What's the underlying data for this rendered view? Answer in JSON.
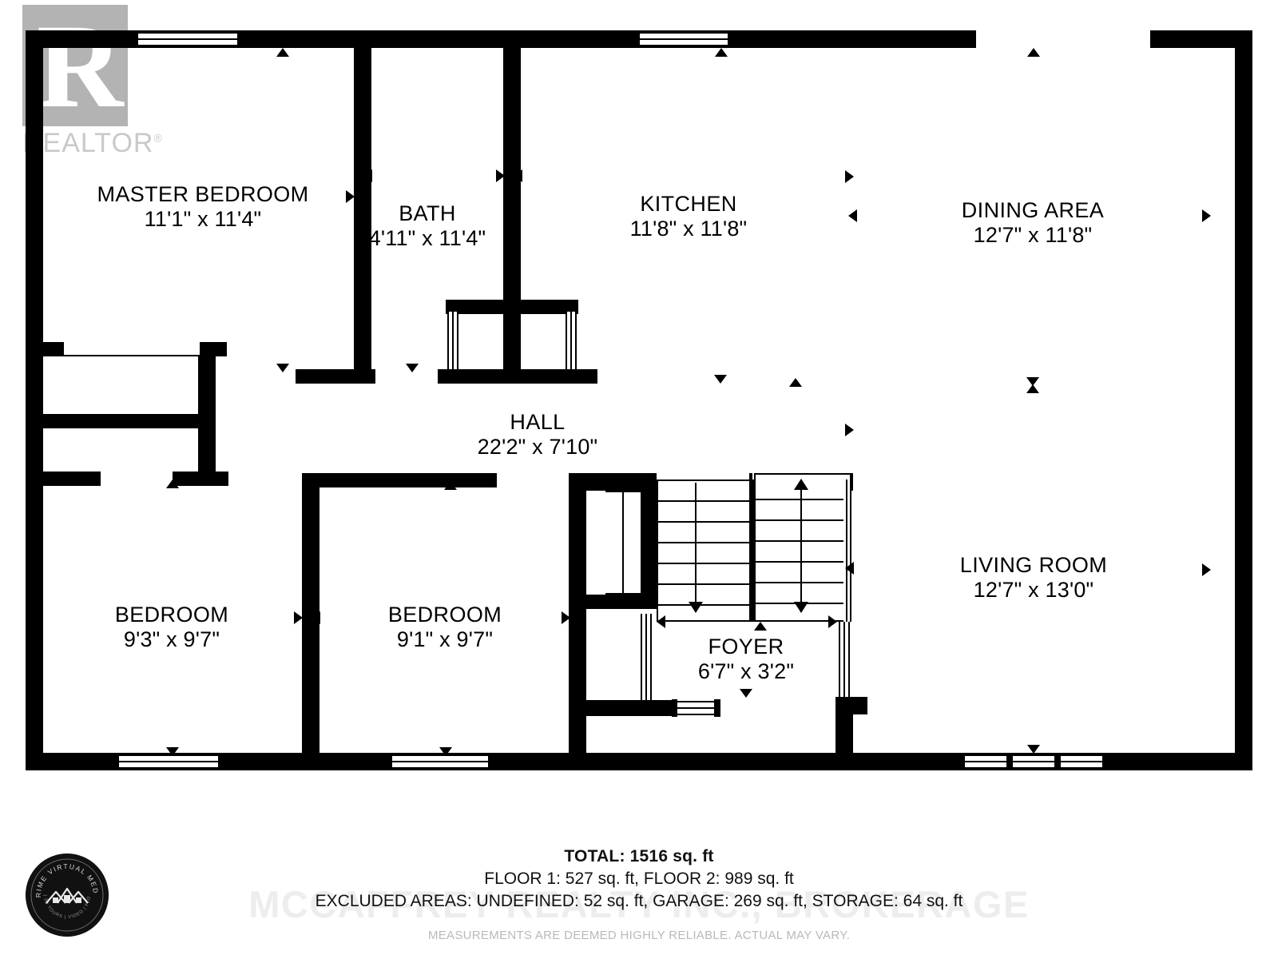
{
  "document": {
    "type": "real-estate-floor-plan",
    "watermark_realtor": "REALTOR",
    "watermark_brokerage": "MCCAFFREY REALTY INC., BROKERAGE",
    "badge": {
      "outer_text": "PRIME VIRTUAL MEDIA",
      "inner_text": "PHOTOS | 3D TOURS | VIDEO | FLOORPLANS"
    }
  },
  "rooms": [
    {
      "name": "MASTER BEDROOM",
      "dimensions": "11'1\" x 11'4\""
    },
    {
      "name": "BATH",
      "dimensions": "4'11\" x 11'4\""
    },
    {
      "name": "KITCHEN",
      "dimensions": "11'8\" x 11'8\""
    },
    {
      "name": "DINING AREA",
      "dimensions": "12'7\" x 11'8\""
    },
    {
      "name": "HALL",
      "dimensions": "22'2\" x 7'10\""
    },
    {
      "name": "LIVING ROOM",
      "dimensions": "12'7\" x 13'0\""
    },
    {
      "name": "BEDROOM",
      "dimensions": "9'3\" x 9'7\""
    },
    {
      "name": "BEDROOM",
      "dimensions": "9'1\" x 9'7\""
    },
    {
      "name": "FOYER",
      "dimensions": "6'7\" x 3'2\""
    }
  ],
  "summary": {
    "total_label": "TOTAL:",
    "total_value": "1516 sq. ft",
    "total_line": "TOTAL: 1516 sq. ft",
    "floors_line": "FLOOR 1: 527 sq. ft, FLOOR 2: 989 sq. ft",
    "excluded_line": "EXCLUDED AREAS: UNDEFINED: 52 sq. ft, GARAGE: 269 sq. ft, STORAGE: 64 sq. ft",
    "disclaimer": "MEASUREMENTS ARE DEEMED HIGHLY RELIABLE. ACTUAL MAY VARY.",
    "floor_1": "527 sq. ft",
    "floor_2": "989 sq. ft",
    "excluded_undefined": "52 sq. ft",
    "excluded_garage": "269 sq. ft",
    "excluded_storage": "64 sq. ft"
  },
  "colors": {
    "wall": "#000000",
    "background": "#ffffff",
    "watermark_gray": "#b3b3b3",
    "brokerage_gray": "#ededed",
    "disclaimer_gray": "#b9b9b9"
  }
}
